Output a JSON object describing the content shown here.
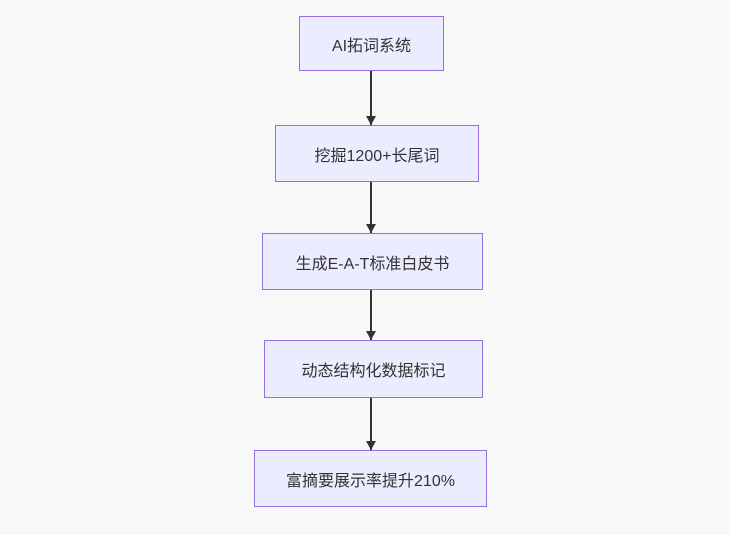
{
  "diagram": {
    "type": "flowchart",
    "direction": "top-down",
    "nodes": [
      {
        "id": "A",
        "label": "AI拓词系统"
      },
      {
        "id": "B",
        "label": "挖掘1200+长尾词"
      },
      {
        "id": "C",
        "label": "生成E-A-T标准白皮书"
      },
      {
        "id": "D",
        "label": "动态结构化数据标记"
      },
      {
        "id": "E",
        "label": "富摘要展示率提升210%"
      }
    ],
    "edges": [
      {
        "from": "A",
        "to": "B",
        "arrow": "down"
      },
      {
        "from": "B",
        "to": "C",
        "arrow": "down"
      },
      {
        "from": "C",
        "to": "D",
        "arrow": "down"
      },
      {
        "from": "D",
        "to": "E",
        "arrow": "down"
      }
    ]
  },
  "colors": {
    "node_fill": "#ECECFF",
    "node_border": "#9370DB",
    "text": "#333333",
    "arrow": "#333333",
    "background": "#f8f8f8"
  }
}
